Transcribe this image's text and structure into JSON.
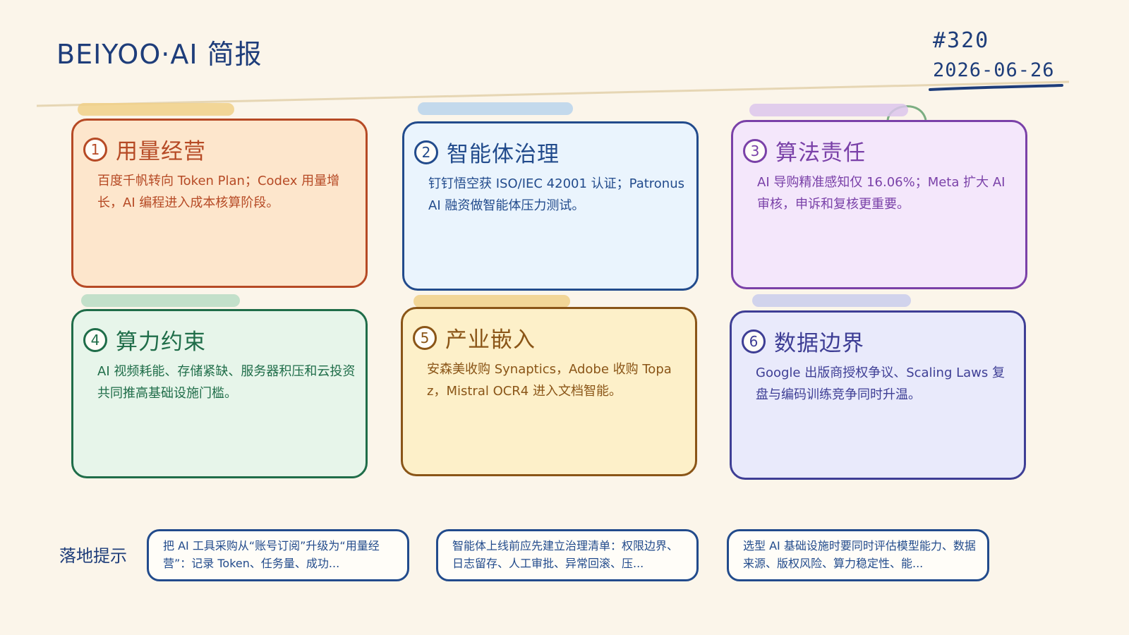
{
  "header": {
    "title": "BEIYOO·AI 简报",
    "issue": "#320",
    "date": "2026-06-26"
  },
  "cards": [
    {
      "num": "1",
      "title": "用量经营",
      "text": "百度千帆转向 Token Plan；Codex 用量增长，AI 编程进入成本核算阶段。",
      "color": "#b64a25"
    },
    {
      "num": "2",
      "title": "智能体治理",
      "text": "钉钉悟空获 ISO/IEC 42001 认证；Patronus AI 融资做智能体压力测试。",
      "color": "#224b8c"
    },
    {
      "num": "3",
      "title": "算法责任",
      "text": "AI 导购精准感知仅 16.06%；Meta 扩大 AI 审核，申诉和复核更重要。",
      "color": "#7a41a8"
    },
    {
      "num": "4",
      "title": "算力约束",
      "text": "AI 视频耗能、存储紧缺、服务器积压和云投资共同推高基础设施门槛。",
      "color": "#1f6d49"
    },
    {
      "num": "5",
      "title": "产业嵌入",
      "text": "安森美收购 Synaptics，Adobe 收购 Topaz，Mistral OCR4 进入文档智能。",
      "color": "#8a5517"
    },
    {
      "num": "6",
      "title": "数据边界",
      "text": "Google 出版商授权争议、Scaling Laws 复盘与编码训练竞争同时升温。",
      "color": "#3e3e95"
    }
  ],
  "tips": {
    "label": "落地提示",
    "items": [
      "把 AI 工具采购从“账号订阅”升级为“用量经营”：记录 Token、任务量、成功...",
      "智能体上线前应先建立治理清单：权限边界、日志留存、人工审批、异常回滚、压...",
      "选型 AI 基础设施时要同时评估模型能力、数据来源、版权风险、算力稳定性、能..."
    ]
  }
}
